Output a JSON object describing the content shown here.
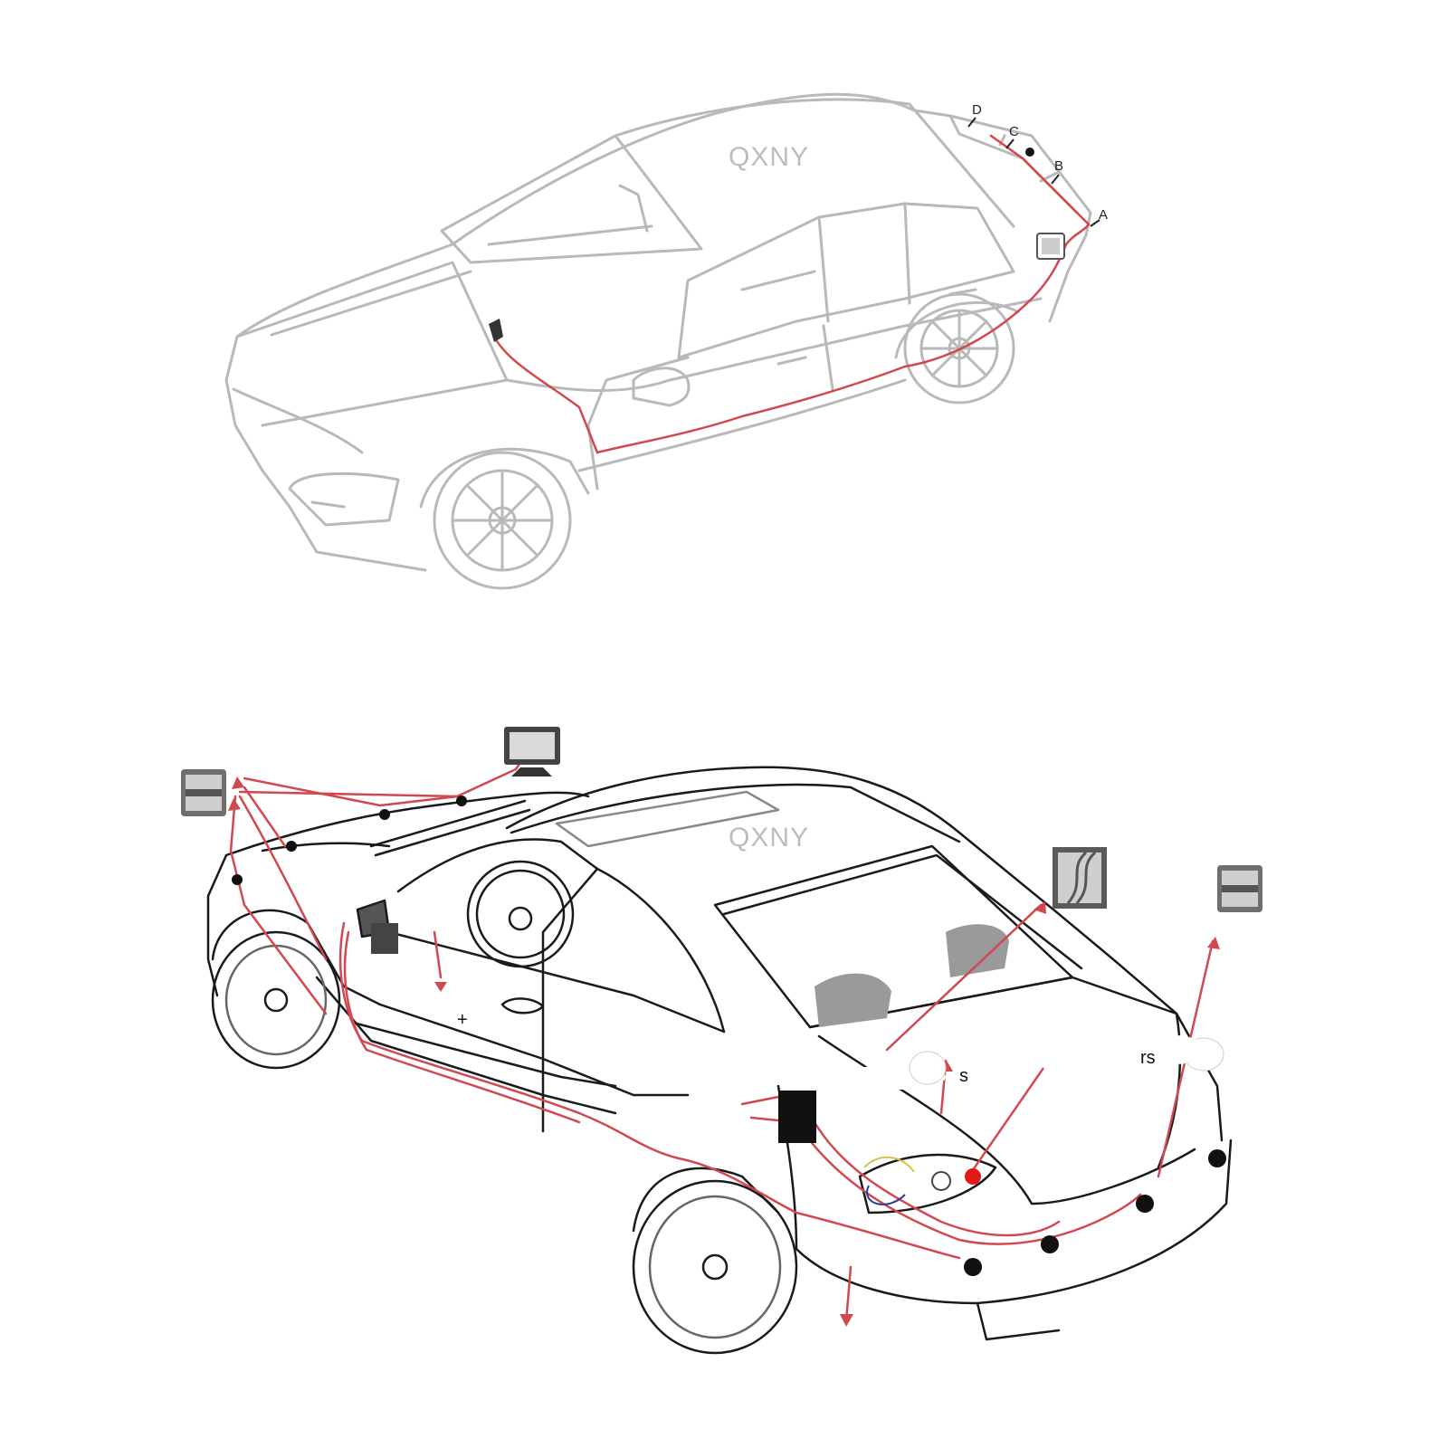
{
  "colors": {
    "car_outline_light": "#b9b9b9",
    "car_outline_dark": "#1a1a1a",
    "wiring": "#d1494f",
    "watermark": "#bdbdbd",
    "component_fill": "#6f6f6f",
    "marker": "#111111"
  },
  "top_diagram": {
    "watermark": "QXNY",
    "sensor_labels": [
      "D",
      "C",
      "B",
      "A"
    ],
    "icons": [
      "control-box-icon",
      "display-icon"
    ]
  },
  "bottom_diagram": {
    "watermark": "QXNY",
    "fragments": [
      "s",
      "rs",
      "+"
    ],
    "icons": [
      "control-box-icon",
      "monitor-icon",
      "sensor-bracket-icon",
      "connector-icon"
    ]
  }
}
